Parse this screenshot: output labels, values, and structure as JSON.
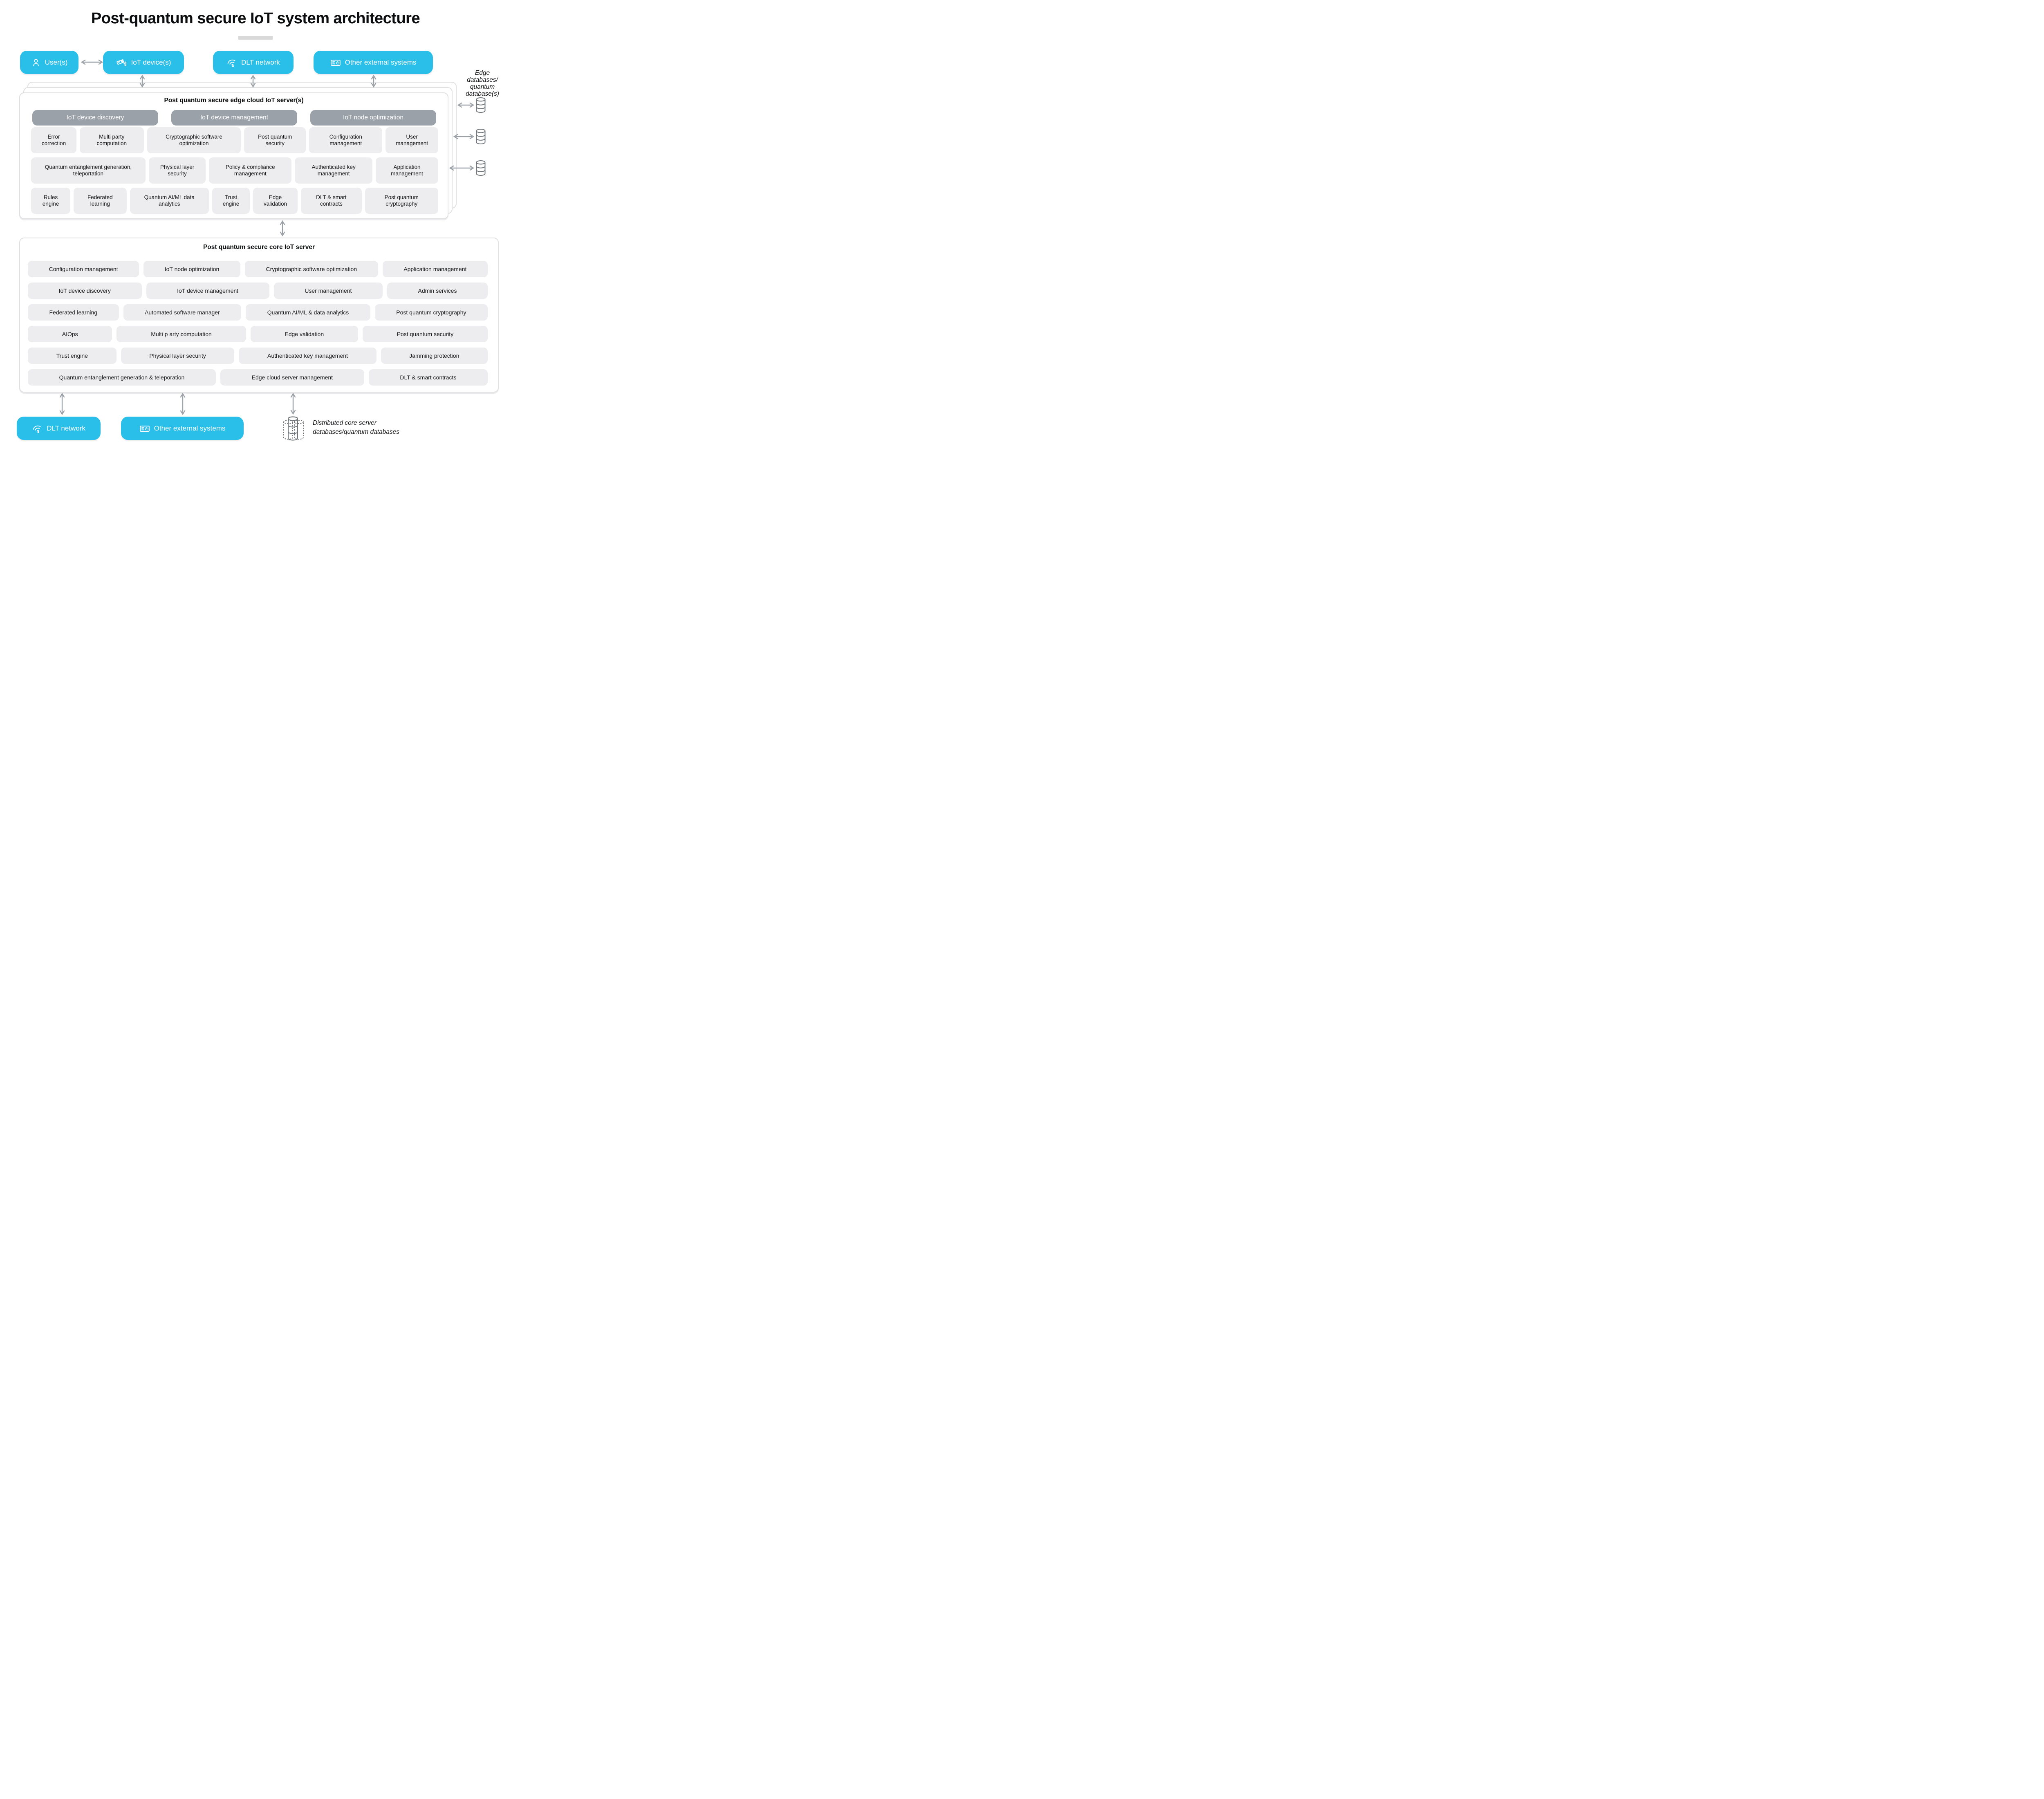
{
  "title": "Post-quantum secure IoT system architecture",
  "colors": {
    "accent_cyan": "#2abfe8",
    "pill_gray": "#9aa1a8",
    "module_gray": "#ededef",
    "arrow_gray": "#9aa0a6",
    "underline_gray": "#d9d9d9"
  },
  "top_nodes": [
    {
      "label": "User(s)",
      "icon": "user-icon"
    },
    {
      "label": "IoT device(s)",
      "icon": "camera-icon"
    },
    {
      "label": "DLT network",
      "icon": "wifi-icon"
    },
    {
      "label": "Other external systems",
      "icon": "card-icon"
    }
  ],
  "edge_server": {
    "title": "Post quantum secure edge cloud IoT server(s)",
    "pills": [
      "IoT device discovery",
      "IoT device management",
      "IoT node optimization"
    ],
    "rows": [
      [
        "Error correction",
        "Multi party computation",
        "Cryptographic software optimization",
        "Post quantum security",
        "Configuration management",
        "User management"
      ],
      [
        "Quantum entanglement generation, teleportation",
        "Physical layer security",
        "Policy & compliance management",
        "Authenticated key management",
        "Application management"
      ],
      [
        "Rules engine",
        "Federated learning",
        "Quantum AI/ML data analytics",
        "Trust engine",
        "Edge validation",
        "DLT & smart contracts",
        "Post quantum cryptography"
      ]
    ]
  },
  "edge_databases": {
    "label_lines": [
      "Edge",
      "databases/",
      "quantum",
      "database(s)"
    ],
    "count": 3
  },
  "core_server": {
    "title": "Post quantum secure core IoT server",
    "rows": [
      [
        "Configuration management",
        "IoT node optimization",
        "Cryptographic software optimization",
        "Application management"
      ],
      [
        "IoT device discovery",
        "IoT device management",
        "User management",
        "Admin services"
      ],
      [
        "Federated learning",
        "Automated software manager",
        "Quantum AI/ML & data analytics",
        "Post quantum cryptography"
      ],
      [
        "AIOps",
        "Multi p arty computation",
        "Edge validation",
        "Post quantum security"
      ],
      [
        "Trust engine",
        "Physical layer security",
        "Authenticated key management",
        "Jamming protection"
      ],
      [
        "Quantum entanglement generation & teleporation",
        "Edge cloud server management",
        "DLT & smart contracts"
      ]
    ]
  },
  "bottom_nodes": [
    {
      "label": "DLT network",
      "icon": "wifi-icon"
    },
    {
      "label": "Other external systems",
      "icon": "card-icon"
    }
  ],
  "distributed_db_caption_lines": [
    "Distributed core server",
    "databases/quantum databases"
  ]
}
